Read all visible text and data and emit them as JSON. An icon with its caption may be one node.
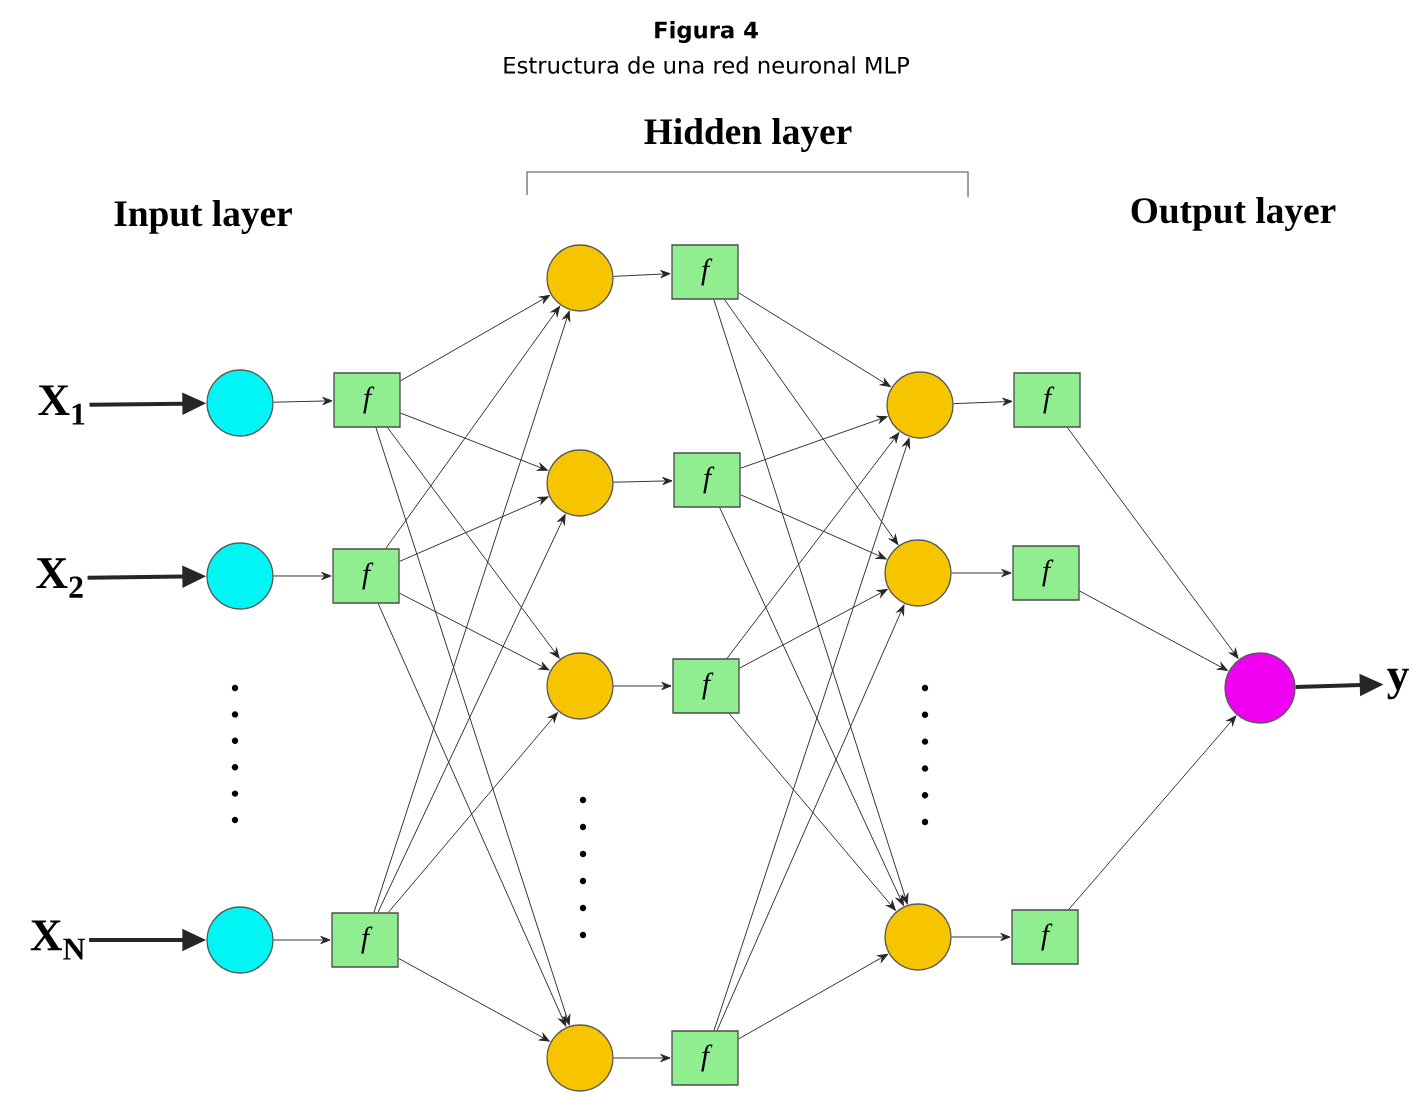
{
  "diagram": {
    "title": "Figura 4",
    "caption": "Estructura de una red neuronal MLP",
    "nodes": [
      {
        "text": [
          "X$_{1}$"
        ]
      },
      {
        "text": [
          "X$_{2}$"
        ]
      },
      {
        "text": [
          "X$_{N}$"
        ]
      },
      {
        "text": [],
        "shape": "circle"
      },
      {
        "text": [],
        "shape": "circle"
      },
      {
        "text": [],
        "shape": "circle"
      },
      {
        "text": [
          "f"
        ]
      },
      {
        "text": [
          "f"
        ]
      },
      {
        "text": [
          "f"
        ]
      },
      {
        "text": [],
        "shape": "circle"
      },
      {
        "text": [],
        "shape": "circle"
      },
      {
        "text": [],
        "shape": "circle"
      },
      {
        "text": [],
        "shape": "circle"
      },
      {
        "text": [
          "f"
        ]
      },
      {
        "text": [
          "f"
        ]
      },
      {
        "text": [
          "f"
        ]
      },
      {
        "text": [
          "f"
        ]
      },
      {
        "text": [],
        "shape": "circle"
      },
      {
        "text": [],
        "shape": "circle"
      },
      {
        "text": [],
        "shape": "circle"
      },
      {
        "text": [
          "f"
        ]
      },
      {
        "text": [
          "f"
        ]
      },
      {
        "text": [
          "f"
        ]
      },
      {
        "text": [],
        "shape": "circle"
      },
      {
        "text": [
          "y"
        ]
      }
    ],
    "edges": [
      {
        "from": 0,
        "to": 3,
        "arrow": "to",
        "style": "thick"
      },
      {
        "from": 1,
        "to": 4,
        "arrow": "to",
        "style": "thick"
      },
      {
        "from": 2,
        "to": 5,
        "arrow": "to",
        "style": "thick"
      },
      {
        "from": 3,
        "to": 6,
        "arrow": "to"
      },
      {
        "from": 4,
        "to": 7,
        "arrow": "to"
      },
      {
        "from": 5,
        "to": 8,
        "arrow": "to"
      },
      {
        "from": 6,
        "to": 9,
        "arrow": "to"
      },
      {
        "from": 6,
        "to": 10,
        "arrow": "to"
      },
      {
        "from": 6,
        "to": 11,
        "arrow": "to"
      },
      {
        "from": 6,
        "to": 12,
        "arrow": "to"
      },
      {
        "from": 7,
        "to": 9,
        "arrow": "to"
      },
      {
        "from": 7,
        "to": 10,
        "arrow": "to"
      },
      {
        "from": 7,
        "to": 11,
        "arrow": "to"
      },
      {
        "from": 7,
        "to": 12,
        "arrow": "to"
      },
      {
        "from": 8,
        "to": 9,
        "arrow": "to"
      },
      {
        "from": 8,
        "to": 10,
        "arrow": "to"
      },
      {
        "from": 8,
        "to": 11,
        "arrow": "to"
      },
      {
        "from": 8,
        "to": 12,
        "arrow": "to"
      },
      {
        "from": 9,
        "to": 13,
        "arrow": "to"
      },
      {
        "from": 10,
        "to": 14,
        "arrow": "to"
      },
      {
        "from": 11,
        "to": 15,
        "arrow": "to"
      },
      {
        "from": 12,
        "to": 16,
        "arrow": "to"
      },
      {
        "from": 13,
        "to": 17,
        "arrow": "to"
      },
      {
        "from": 13,
        "to": 18,
        "arrow": "to"
      },
      {
        "from": 13,
        "to": 19,
        "arrow": "to"
      },
      {
        "from": 14,
        "to": 17,
        "arrow": "to"
      },
      {
        "from": 14,
        "to": 18,
        "arrow": "to"
      },
      {
        "from": 14,
        "to": 19,
        "arrow": "to"
      },
      {
        "from": 15,
        "to": 17,
        "arrow": "to"
      },
      {
        "from": 15,
        "to": 18,
        "arrow": "to"
      },
      {
        "from": 15,
        "to": 19,
        "arrow": "to"
      },
      {
        "from": 16,
        "to": 17,
        "arrow": "to"
      },
      {
        "from": 16,
        "to": 18,
        "arrow": "to"
      },
      {
        "from": 16,
        "to": 19,
        "arrow": "to"
      },
      {
        "from": 17,
        "to": 20,
        "arrow": "to"
      },
      {
        "from": 18,
        "to": 21,
        "arrow": "to"
      },
      {
        "from": 19,
        "to": 22,
        "arrow": "to"
      },
      {
        "from": 20,
        "to": 23,
        "arrow": "to"
      },
      {
        "from": 21,
        "to": 23,
        "arrow": "to"
      },
      {
        "from": 22,
        "to": 23,
        "arrow": "to"
      },
      {
        "from": 23,
        "to": 24,
        "arrow": "to",
        "style": "thick"
      }
    ],
    "labels": [
      "Hidden layer",
      "Input layer",
      "Output layer"
    ]
  }
}
